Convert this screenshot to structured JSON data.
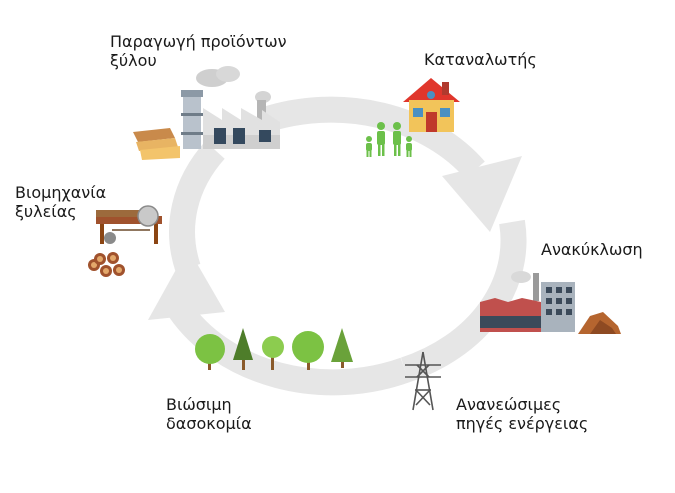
{
  "stages": {
    "production": {
      "lines": [
        "Παραγωγή προϊόντων",
        "ξύλου"
      ],
      "icon": "wood-products-factory-icon"
    },
    "consumer": {
      "lines": [
        "Καταναλωτής"
      ],
      "icon": "house-and-family-icon"
    },
    "recycling": {
      "lines": [
        "Ανακύκλωση"
      ],
      "icon": "recycling-plant-icon"
    },
    "renewable": {
      "lines": [
        "Ανανεώσιμες",
        "πηγές ενέργειας"
      ],
      "icon": "power-pylon-icon"
    },
    "forestry": {
      "lines": [
        "Βιώσιμη",
        "δασοκομία"
      ],
      "icon": "trees-icon"
    },
    "sawmill": {
      "lines": [
        "Βιομηχανία",
        "ξυλείας"
      ],
      "icon": "sawmill-icon"
    }
  },
  "colors": {
    "cycle_arrow": "#e6e6e6",
    "tree_green": "#7cc243",
    "family_green": "#6cc04a",
    "roof_red": "#e0362c",
    "factory_grey": "#c8c8c8",
    "brick": "#c0504d",
    "wood": "#a0522d"
  }
}
